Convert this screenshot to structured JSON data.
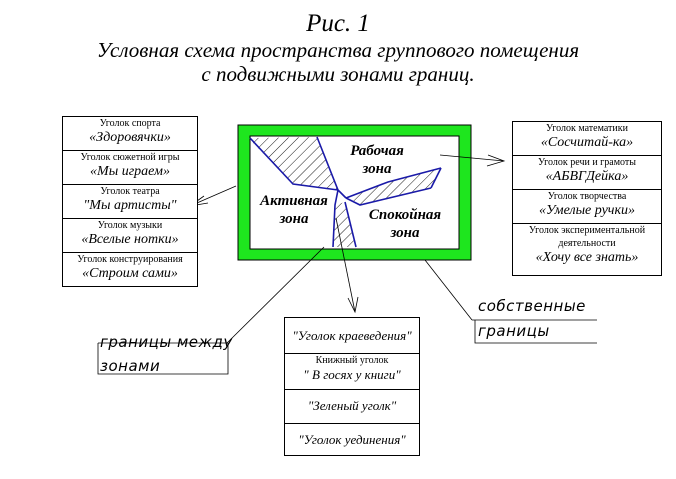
{
  "figure": {
    "title": "Рис. 1",
    "subtitle_line1": "Условная схема пространства группового помещения",
    "subtitle_line2": "с подвижными зонами границ."
  },
  "zones": {
    "work_line1": "Рабочая",
    "work_line2": "зона",
    "active_line1": "Активная",
    "active_line2": "зона",
    "calm_line1": "Спокойная",
    "calm_line2": "зона"
  },
  "left_box": [
    {
      "label": "Уголок спорта",
      "sub": "«Здоровячки»"
    },
    {
      "label": "Уголок сюжетной игры",
      "sub": "«Мы играем»"
    },
    {
      "label": "Уголок театра",
      "sub": "\"Мы артисты\""
    },
    {
      "label": "Уголок музыки",
      "sub": "«Вселые нотки»"
    },
    {
      "label": "Уголок конструирования",
      "sub": "«Строим сами»"
    }
  ],
  "right_box": [
    {
      "label": "Уголок математики",
      "sub": "«Сосчитай-ка»"
    },
    {
      "label": "Уголок речи и грамоты",
      "sub": "«АБВГДейка»"
    },
    {
      "label": "Уголок творчества",
      "sub": "«Умелые ручки»"
    },
    {
      "label": "Уголок экспериментальной деятельности",
      "sub": "«Хочу все знать»"
    }
  ],
  "bottom_box": [
    {
      "label": "",
      "sub": "\"Уголок краеведения\""
    },
    {
      "label": "Книжный уголок",
      "sub": "\" В госях у книги\""
    },
    {
      "label": "",
      "sub": "\"Зеленый уголк\""
    },
    {
      "label": "",
      "sub": "\"Уголок уединения\""
    }
  ],
  "notes": {
    "own_line1": "собственные",
    "own_line2": "границы",
    "between_line1": "границы между",
    "between_line2": "зонами"
  },
  "colors": {
    "room_border": "#1ee61e",
    "zone_border": "#1a1aa8"
  }
}
